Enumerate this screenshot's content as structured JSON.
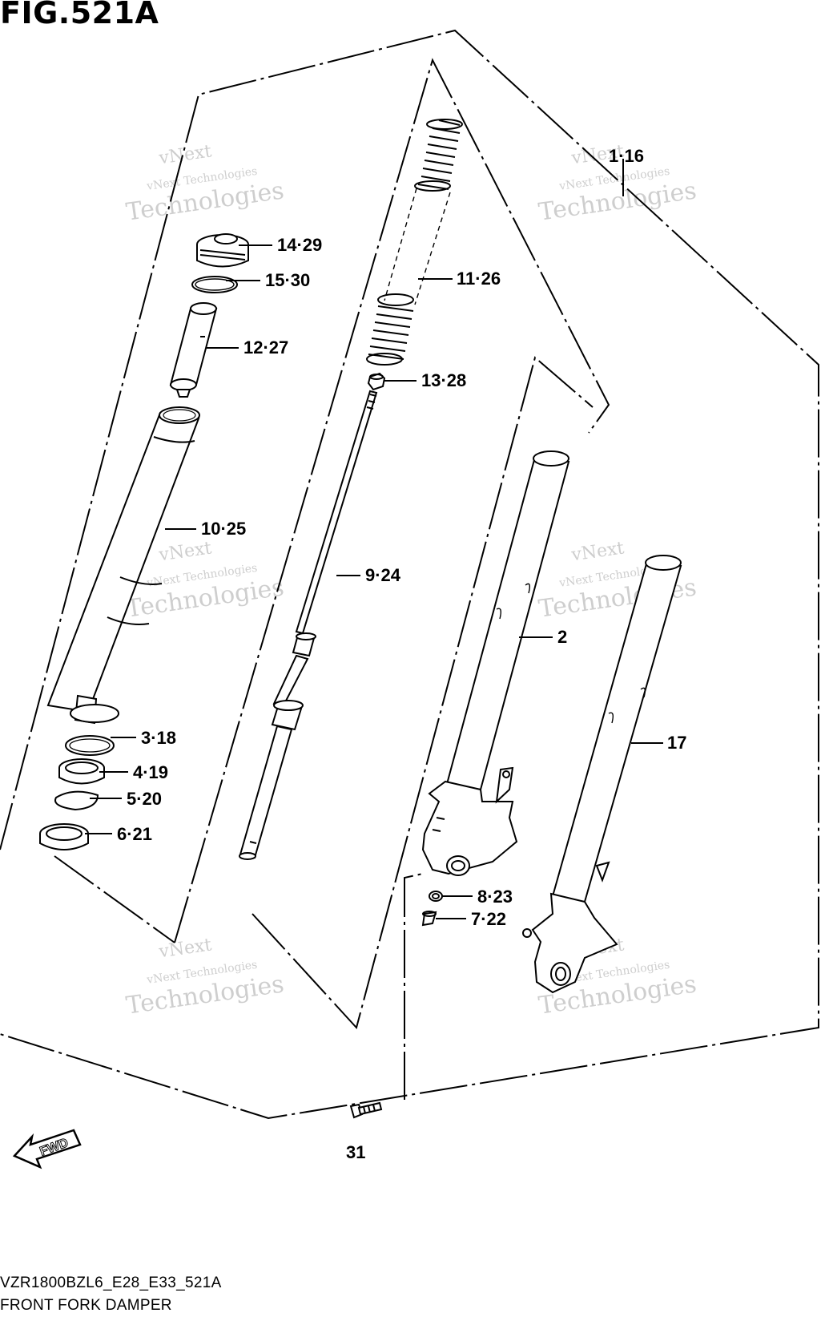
{
  "figure": {
    "title": "FIG.521A",
    "code": "VZR1800BZL6_E28_E33_521A",
    "caption": "FRONT FORK DAMPER",
    "fwd_label": "FWD"
  },
  "watermark": {
    "line1": "vNext",
    "line2": "vNext Technologies",
    "line3": "Technologies"
  },
  "callouts": [
    {
      "id": "c-1-16",
      "label": "1·16"
    },
    {
      "id": "c-14-29",
      "label": "14·29"
    },
    {
      "id": "c-15-30",
      "label": "15·30"
    },
    {
      "id": "c-12-27",
      "label": "12·27"
    },
    {
      "id": "c-11-26",
      "label": "11·26"
    },
    {
      "id": "c-13-28",
      "label": "13·28"
    },
    {
      "id": "c-10-25",
      "label": "10·25"
    },
    {
      "id": "c-9-24",
      "label": "9·24"
    },
    {
      "id": "c-2",
      "label": "2"
    },
    {
      "id": "c-17",
      "label": "17"
    },
    {
      "id": "c-3-18",
      "label": "3·18"
    },
    {
      "id": "c-4-19",
      "label": "4·19"
    },
    {
      "id": "c-5-20",
      "label": "5·20"
    },
    {
      "id": "c-6-21",
      "label": "6·21"
    },
    {
      "id": "c-8-23",
      "label": "8·23"
    },
    {
      "id": "c-7-22",
      "label": "7·22"
    },
    {
      "id": "c-31",
      "label": "31"
    }
  ]
}
